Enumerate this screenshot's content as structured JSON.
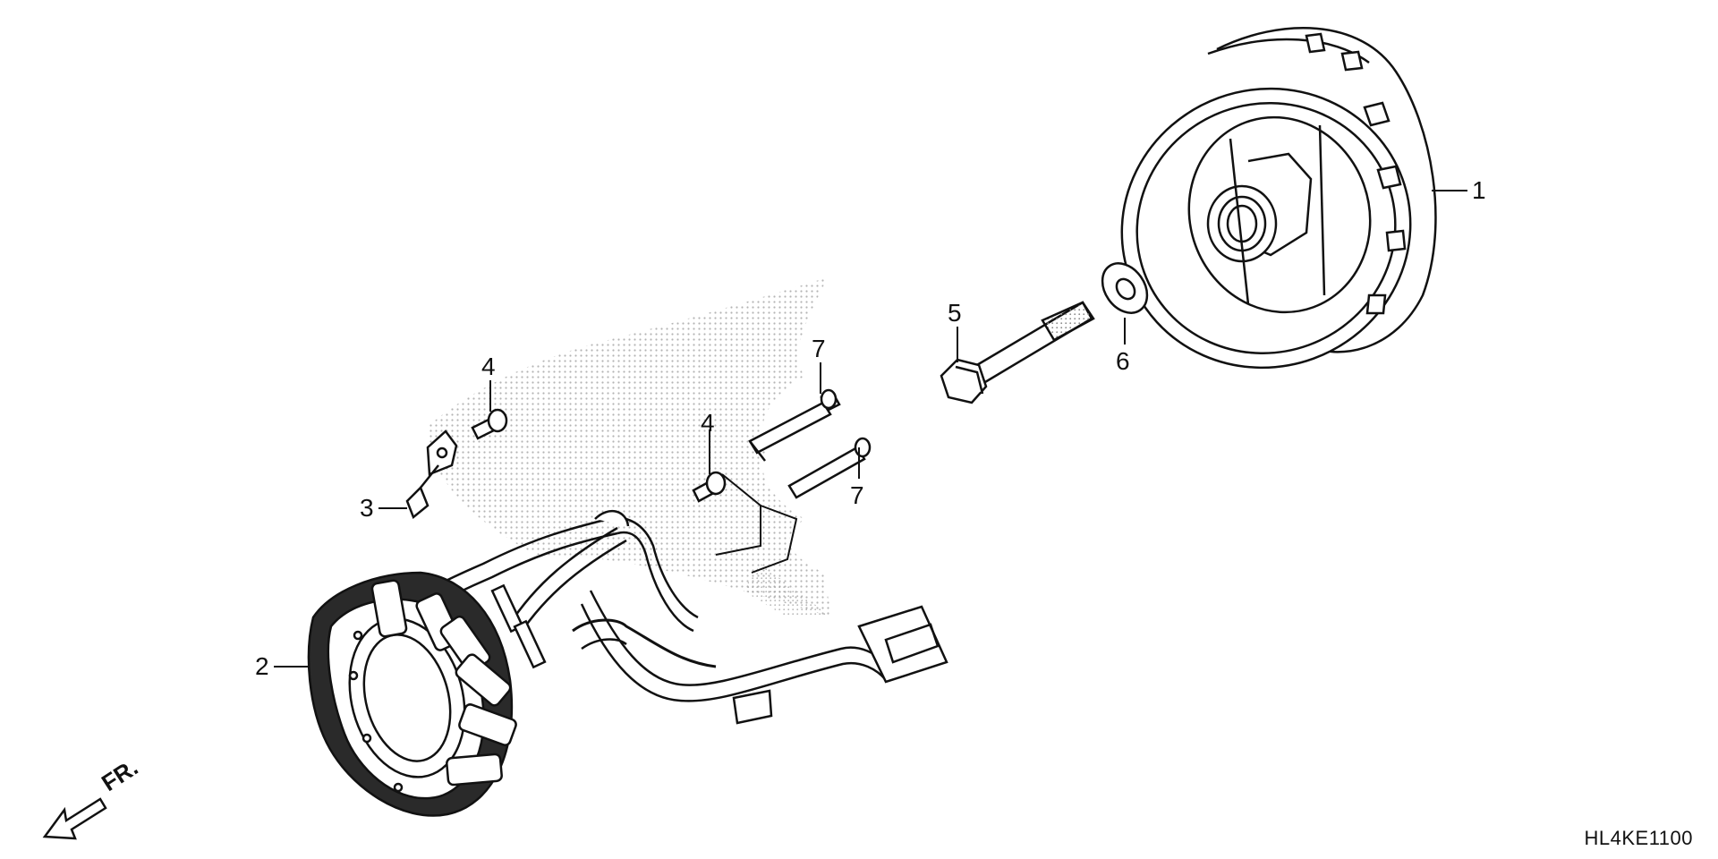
{
  "diagram": {
    "code": "HL4KE1100",
    "front_mark": "FR.",
    "callouts": [
      {
        "id": "c1",
        "label": "1"
      },
      {
        "id": "c2",
        "label": "2"
      },
      {
        "id": "c3",
        "label": "3"
      },
      {
        "id": "c4a",
        "label": "4"
      },
      {
        "id": "c4b",
        "label": "4"
      },
      {
        "id": "c5",
        "label": "5"
      },
      {
        "id": "c6",
        "label": "6"
      },
      {
        "id": "c7a",
        "label": "7"
      },
      {
        "id": "c7b",
        "label": "7"
      }
    ]
  }
}
